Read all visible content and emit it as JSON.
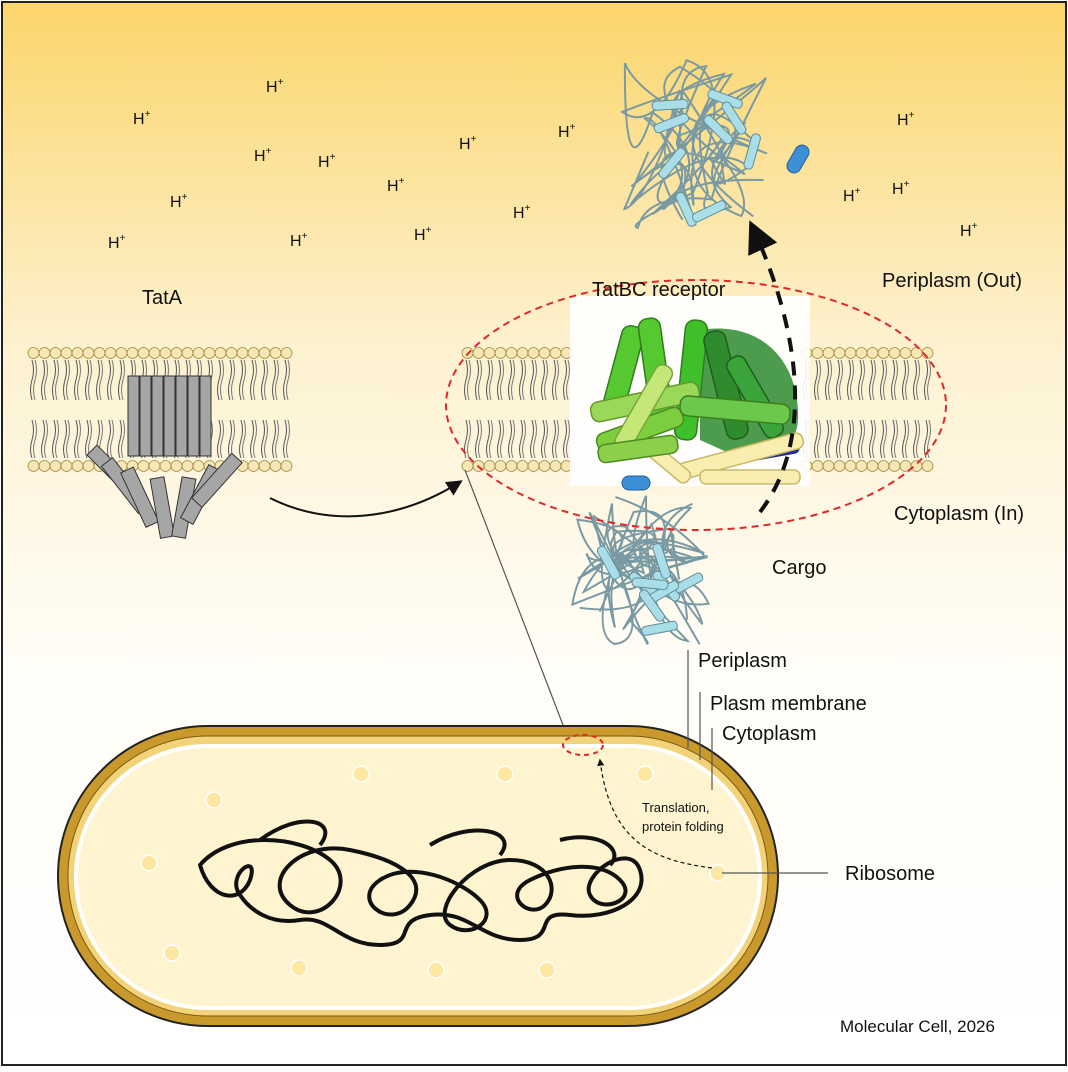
{
  "labels": {
    "tata": "TatA",
    "tatbc": "TatBC receptor",
    "periplasm_out": "Periplasm (Out)",
    "cytoplasm_in": "Cytoplasm (In)",
    "cargo": "Cargo",
    "periplasm": "Periplasm",
    "plasm_membrane": "Plasm membrane",
    "cytoplasm": "Cytoplasm",
    "translation_1": "Translation,",
    "translation_2": "protein folding",
    "ribosome": "Ribosome",
    "credit": "Molecular Cell, 2026"
  },
  "proton": {
    "symbol": "H",
    "charge": "+"
  },
  "colors": {
    "background_top": "#fbd56a",
    "background_bottom": "#ffffff",
    "lipid_head": "#f6e7b4",
    "tata_helix": "#a6a6a6",
    "tatbc_green": "#55c92f",
    "tatbc_dark_green": "#2e8b2e",
    "tatbc_light_green": "#9ad85a",
    "tatbc_pale_helix": "#f7eeb0",
    "tatbc_blue": "#1f2c9b",
    "cargo_protein": "#a9dde8",
    "signal_peptide": "#3d8fd6",
    "highlight_ellipse": "#e0282a",
    "cell_wall": "#c99a2b",
    "cytoplasm_fill": "#fff4d0",
    "ribosome": "#fde7a1"
  }
}
